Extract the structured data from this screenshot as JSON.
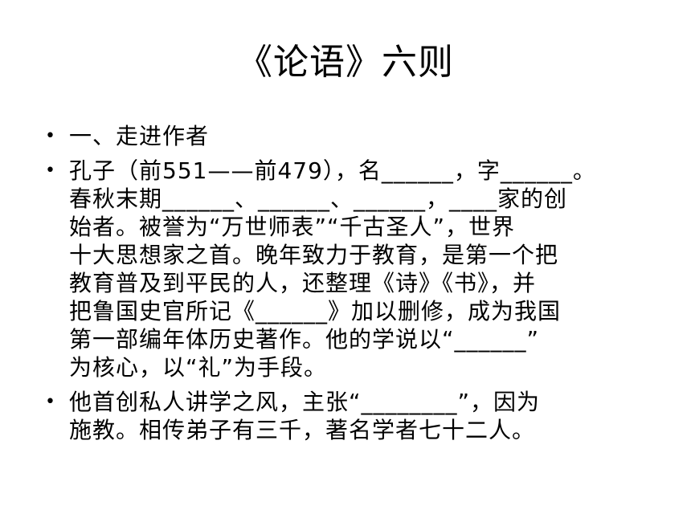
{
  "slide": {
    "title": "《论语》六则",
    "bullet_symbol": "•",
    "bullets": [
      {
        "lines": [
          "一、走进作者"
        ]
      },
      {
        "lines": [
          "孔子（前551——前479），名______，字______。",
          "春秋末期______、______、______，____家的创",
          "始者。被誉为“万世师表”“千古圣人”，世界",
          "十大思想家之首。晚年致力于教育，是第一个把",
          "教育普及到平民的人，还整理《诗》《书》，并",
          "把鲁国史官所记《______》加以删修，成为我国",
          "第一部编年体历史著作。他的学说以“______”",
          "为核心，以“礼”为手段。"
        ]
      },
      {
        "lines": [
          "他首创私人讲学之风，主张“________”，因为",
          "施教。相传弟子有三千，著名学者七十二人。"
        ]
      }
    ]
  }
}
